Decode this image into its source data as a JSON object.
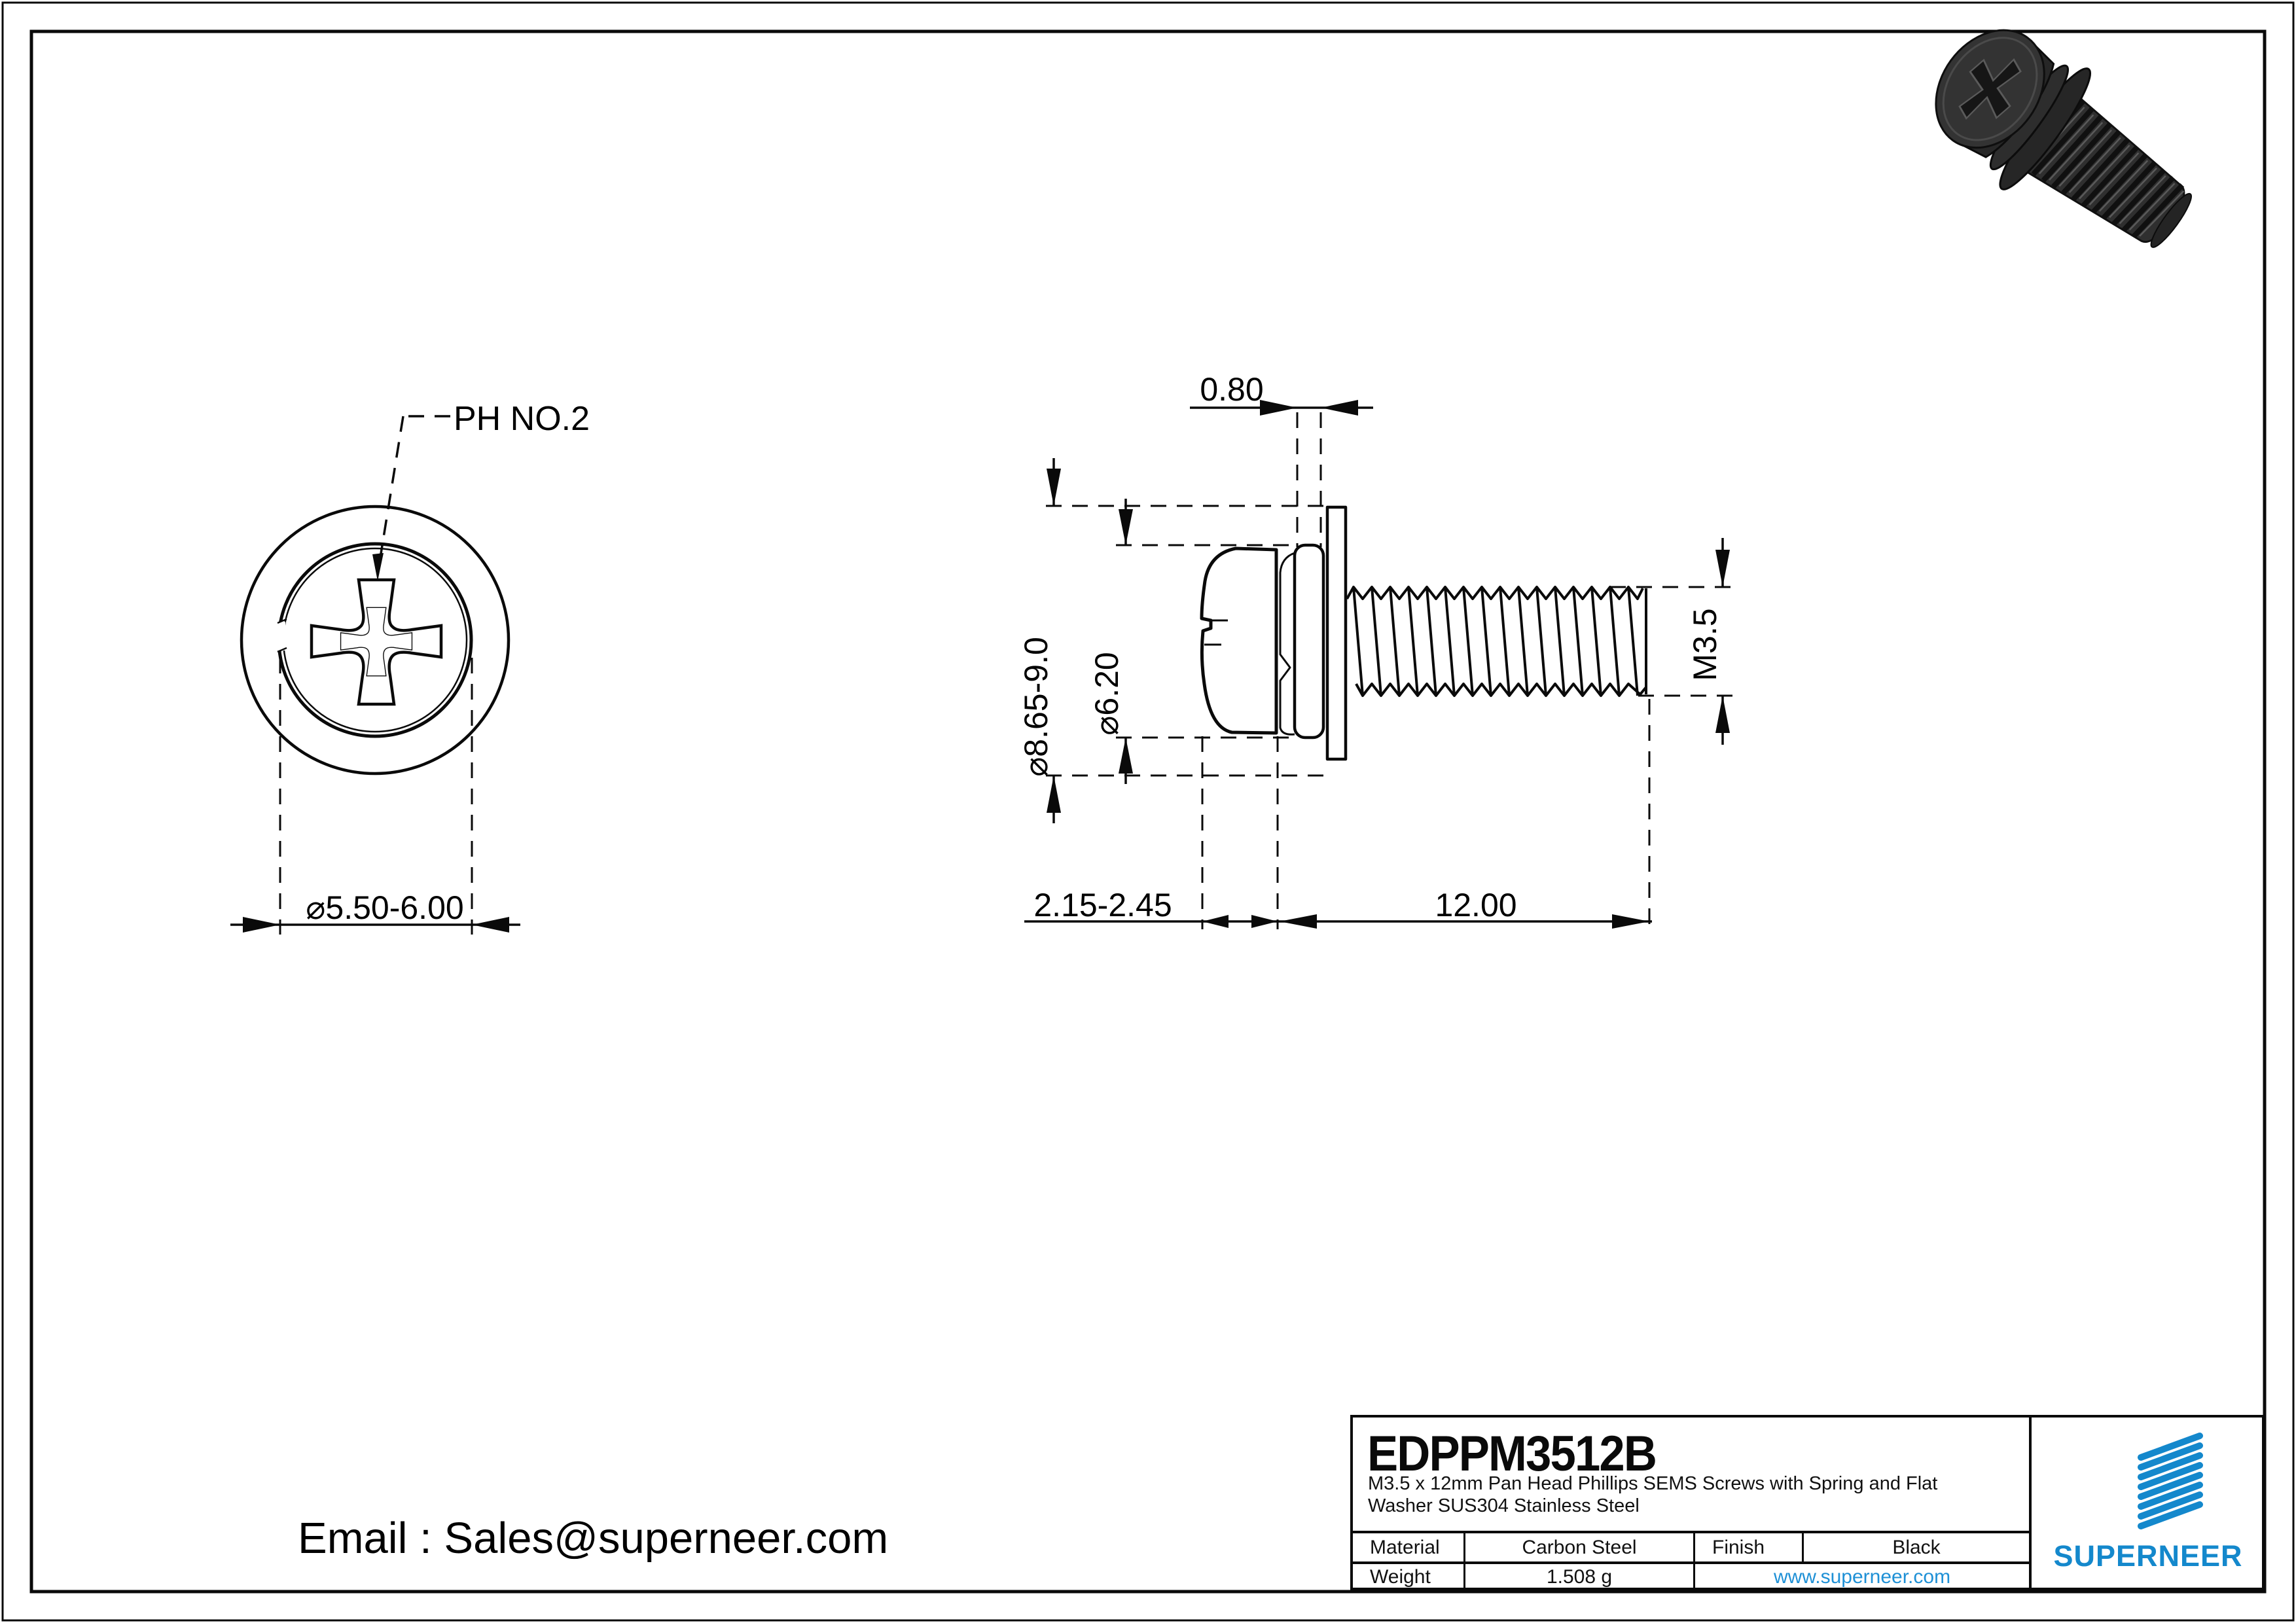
{
  "page": {
    "background": "#ffffff",
    "line_color": "#0a0a0a",
    "accent_blue": "#1488cc",
    "url_blue": "#1e90d6"
  },
  "front_view": {
    "drive_label": "PH NO.2",
    "head_diameter": "⌀5.50-6.00"
  },
  "side_view": {
    "washer_thickness": "0.80",
    "flat_washer_diameter": "⌀8.65-9.0",
    "spring_washer_diameter": "⌀6.20",
    "head_height": "2.15-2.45",
    "thread_length": "12.00",
    "thread_size": "M3.5"
  },
  "contact": {
    "email": "Email : Sales@superneer.com"
  },
  "title_block": {
    "part_number": "EDPPM3512B",
    "description_line1": "M3.5 x 12mm Pan Head Phillips SEMS Screws with Spring and Flat",
    "description_line2": "Washer SUS304 Stainless Steel",
    "material_label": "Material",
    "material_value": "Carbon Steel",
    "finish_label": "Finish",
    "finish_value": "Black",
    "weight_label": "Weight",
    "weight_value": "1.508 g",
    "website": "www.superneer.com",
    "brand": "SUPERNEER"
  }
}
